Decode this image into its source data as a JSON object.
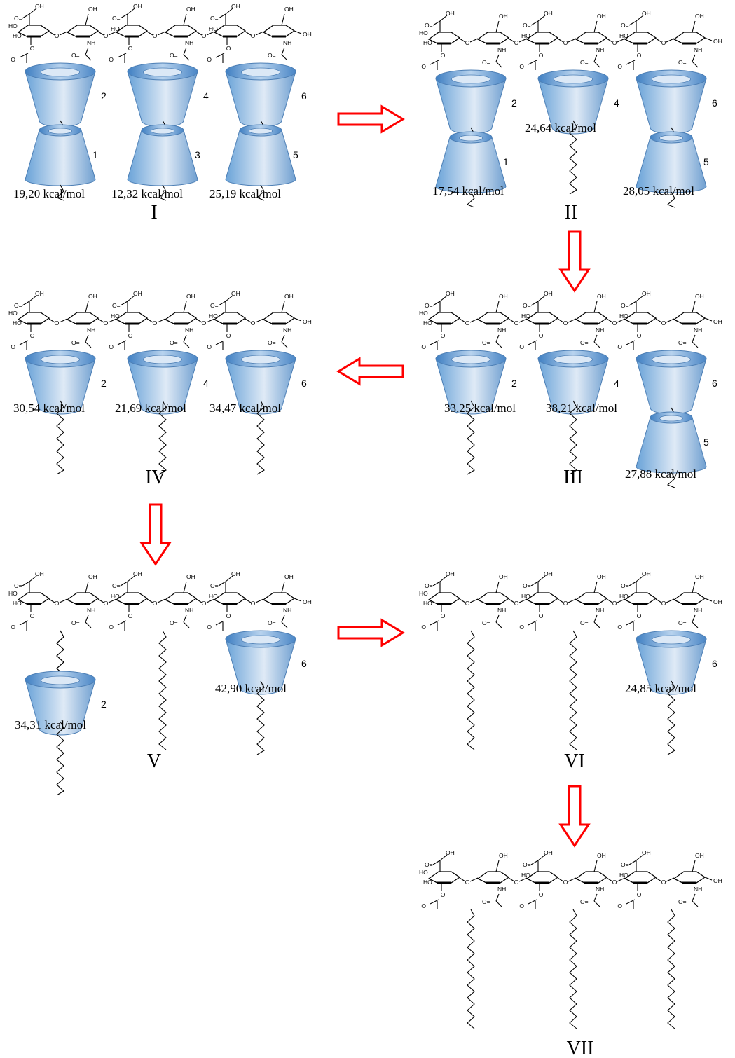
{
  "colors": {
    "cyclodextrin_top": "#5f9bd3",
    "cyclodextrin_bottom": "#e7f0fa",
    "arrow": "#ff0000",
    "structure": "#000000"
  },
  "arrow_icon": "red-outline-arrow-icon",
  "panels": [
    {
      "id": "I",
      "label": "I",
      "energies": [
        "19,20 kcal/mol",
        "12,32 kcal/mol",
        "25,19 kcal/mol"
      ],
      "chains": [
        {
          "cd_numbers": [
            "2",
            "1"
          ]
        },
        {
          "cd_numbers": [
            "4",
            "3"
          ]
        },
        {
          "cd_numbers": [
            "6",
            "5"
          ]
        }
      ]
    },
    {
      "id": "II",
      "label": "II",
      "energies": [
        "17,54 kcal/mol",
        "24,64 kcal/mol",
        "28,05 kcal/mol"
      ],
      "chains": [
        {
          "cd_numbers": [
            "2",
            "1"
          ]
        },
        {
          "cd_numbers": [
            "4"
          ]
        },
        {
          "cd_numbers": [
            "6",
            "5"
          ]
        }
      ]
    },
    {
      "id": "III",
      "label": "III",
      "energies": [
        "33,25 kcal/mol",
        "38,21 kcal/mol",
        "27,88 kcal/mol"
      ],
      "chains": [
        {
          "cd_numbers": [
            "2"
          ]
        },
        {
          "cd_numbers": [
            "4"
          ]
        },
        {
          "cd_numbers": [
            "6",
            "5"
          ]
        }
      ]
    },
    {
      "id": "IV",
      "label": "IV",
      "energies": [
        "30,54 kcal/mol",
        "21,69 kcal/mol",
        "34,47 kcal/mol"
      ],
      "chains": [
        {
          "cd_numbers": [
            "2"
          ]
        },
        {
          "cd_numbers": [
            "4"
          ]
        },
        {
          "cd_numbers": [
            "6"
          ]
        }
      ]
    },
    {
      "id": "V",
      "label": "V",
      "energies": [
        "34,31 kcal/mol",
        "42,90 kcal/mol"
      ],
      "chains": [
        {
          "cd_numbers": [
            "2"
          ]
        },
        {
          "cd_numbers": []
        },
        {
          "cd_numbers": [
            "6"
          ]
        }
      ]
    },
    {
      "id": "VI",
      "label": "VI",
      "energies": [
        "24,85 kcal/mol"
      ],
      "chains": [
        {
          "cd_numbers": []
        },
        {
          "cd_numbers": []
        },
        {
          "cd_numbers": [
            "6"
          ]
        }
      ]
    },
    {
      "id": "VII",
      "label": "VII",
      "energies": [],
      "chains": [
        {
          "cd_numbers": []
        },
        {
          "cd_numbers": []
        },
        {
          "cd_numbers": []
        }
      ]
    }
  ],
  "chem_labels": {
    "oh": "OH",
    "ho": "HO",
    "o": "O",
    "nh": "NH",
    "o_dash_oh": "O-",
    "end_oh": "OH"
  },
  "arrows": [
    {
      "from": "I",
      "to": "II",
      "direction": "right"
    },
    {
      "from": "II",
      "to": "III",
      "direction": "down"
    },
    {
      "from": "III",
      "to": "IV",
      "direction": "left"
    },
    {
      "from": "IV",
      "to": "V",
      "direction": "down"
    },
    {
      "from": "V",
      "to": "VI",
      "direction": "right"
    },
    {
      "from": "VI",
      "to": "VII",
      "direction": "down"
    }
  ]
}
